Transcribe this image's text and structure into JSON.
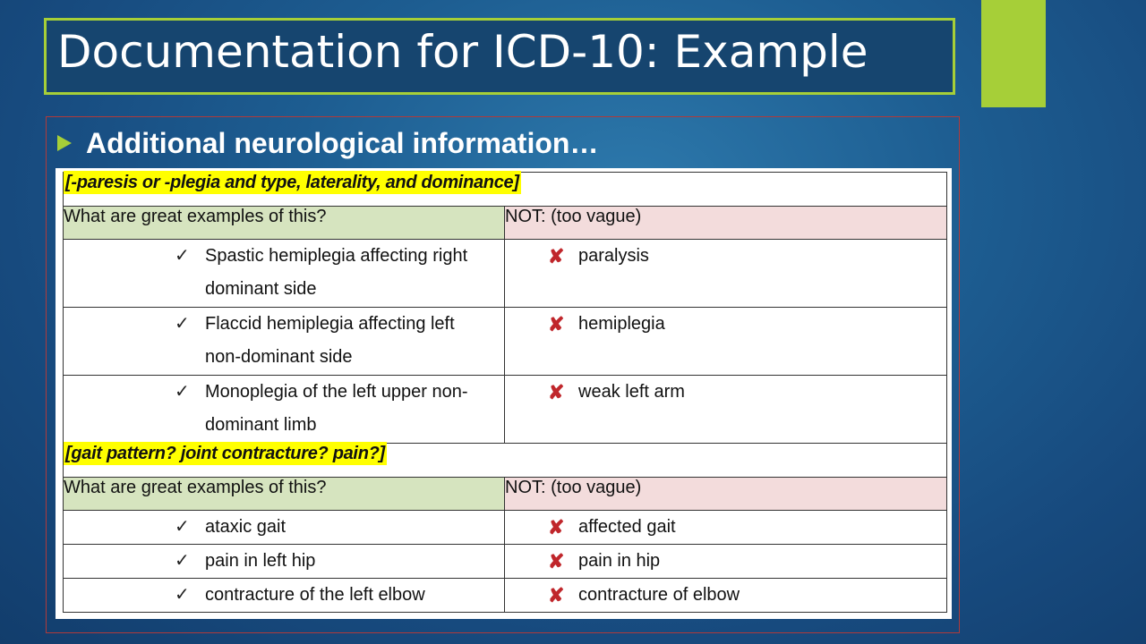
{
  "slide": {
    "title": "Documentation for ICD-10: Example",
    "bullet": "Additional neurological information…"
  },
  "colors": {
    "accent": "#a6cf38",
    "highlight": "#ffff00",
    "good_header": "#d6e4bf",
    "bad_header": "#f3dcdc",
    "cross": "#c0262b"
  },
  "icons": {
    "bullet": "triangle-right-icon",
    "good": "check-icon",
    "bad": "cross-icon"
  },
  "table": {
    "sections": [
      {
        "label": "[-paresis or -plegia and type,  laterality, and dominance]",
        "good_header": "What are great examples of this?",
        "bad_header": "NOT: (too vague)",
        "rows": [
          {
            "good": [
              "Spastic hemiplegia affecting right",
              "dominant side"
            ],
            "bad": "paralysis"
          },
          {
            "good": [
              "Flaccid hemiplegia affecting left",
              "non-dominant side"
            ],
            "bad": "hemiplegia"
          },
          {
            "good": [
              "Monoplegia of the left upper non-",
              "dominant limb"
            ],
            "bad": "weak left arm"
          }
        ]
      },
      {
        "label": "[gait pattern? joint contracture? pain?]",
        "good_header": "What are great examples of this?",
        "bad_header": "NOT: (too vague)",
        "rows": [
          {
            "good": [
              "ataxic gait"
            ],
            "bad": "affected gait"
          },
          {
            "good": [
              "pain in left hip"
            ],
            "bad": "pain in hip"
          },
          {
            "good": [
              "contracture of the left elbow"
            ],
            "bad": "contracture of elbow"
          }
        ]
      }
    ]
  }
}
